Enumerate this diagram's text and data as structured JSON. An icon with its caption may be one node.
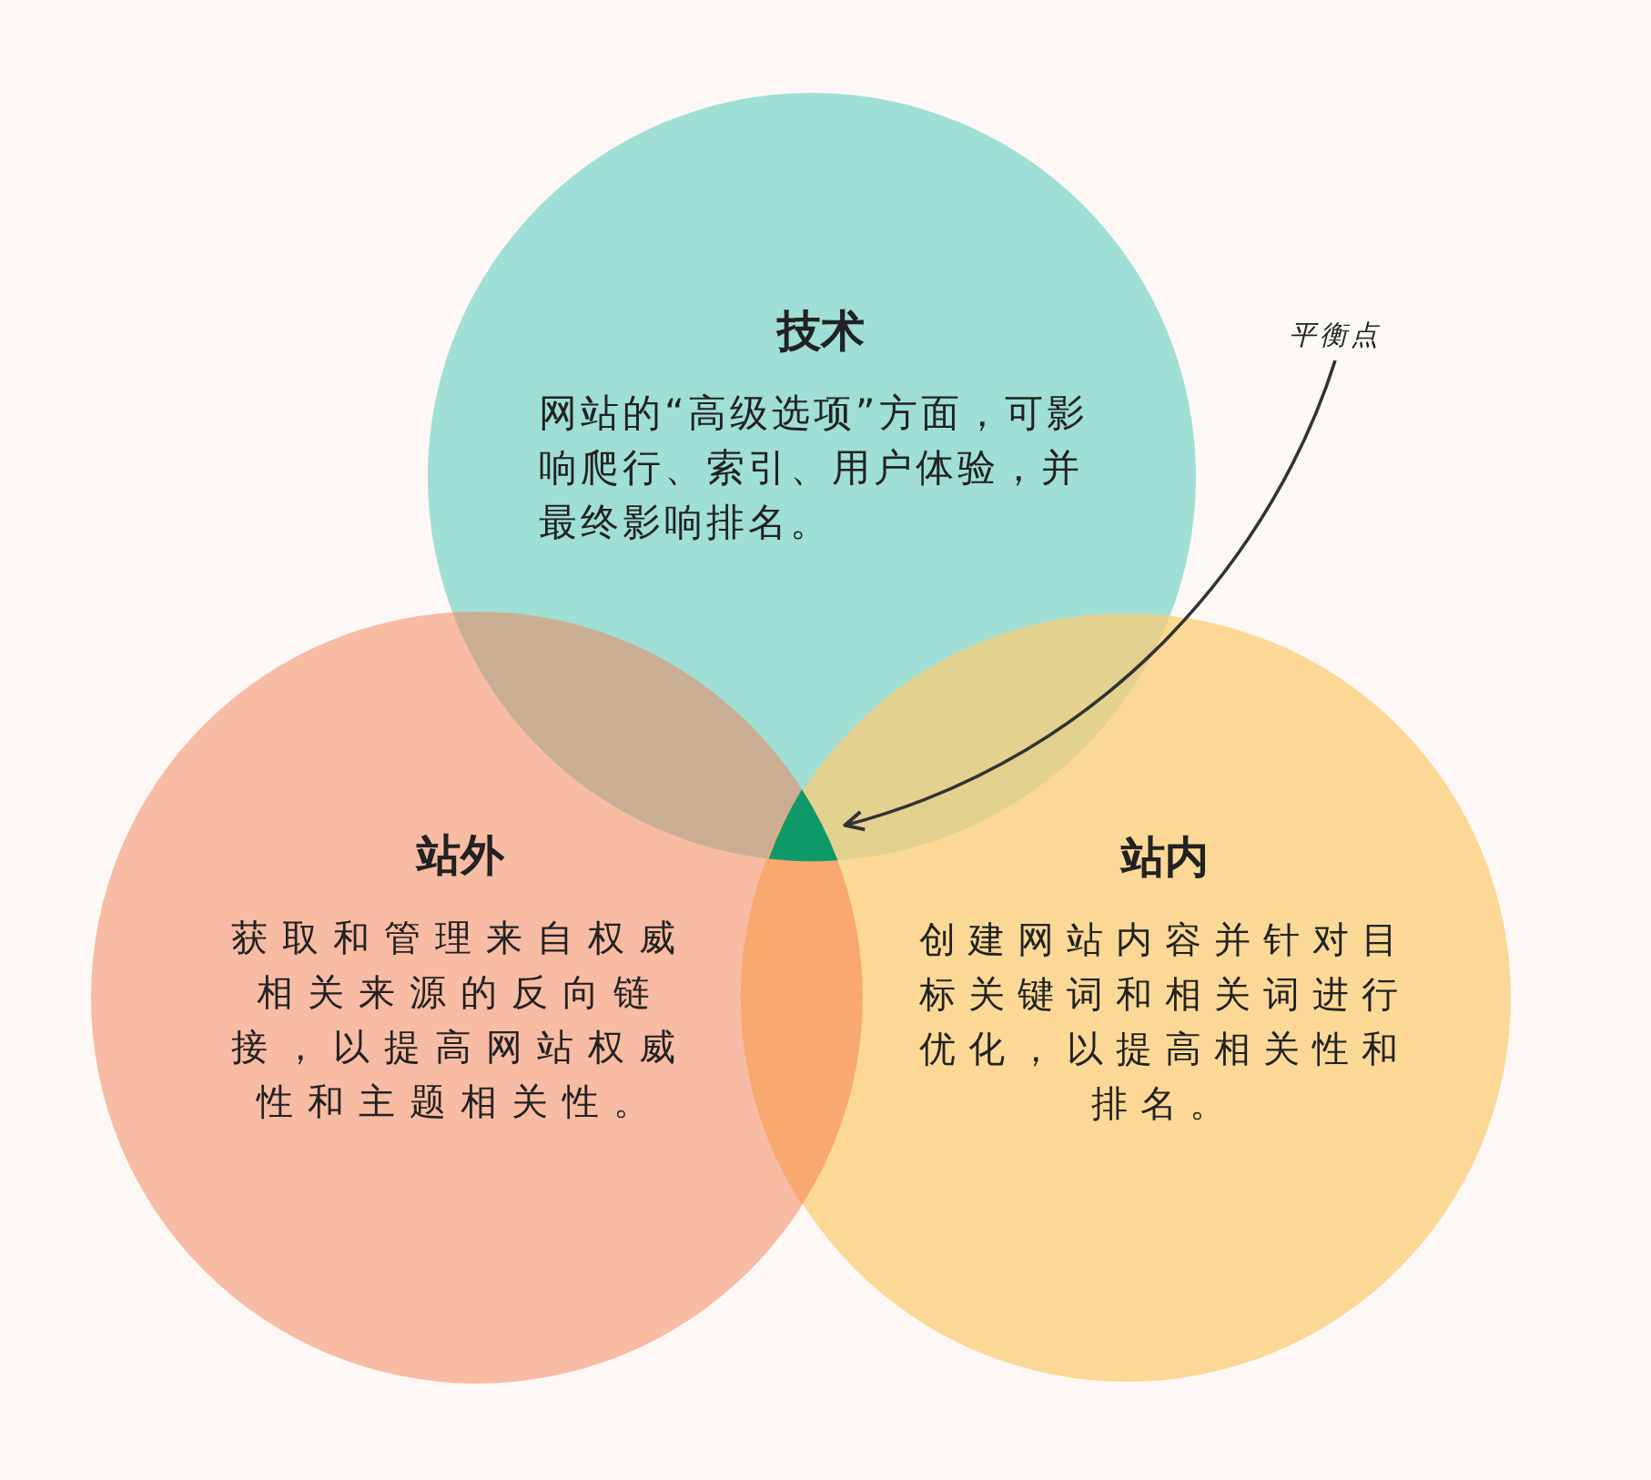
{
  "diagram": {
    "nodes": [
      {
        "text": [
          "技术",
          "网站的“高级选项”方面，可影响爬行、索引、用户体验，并最终影响排名。"
        ]
      },
      {
        "text": [
          "站外",
          "获取和管理来自权威相关来源的反向链接，以提高网站权威性和主题相关性。"
        ]
      },
      {
        "text": [
          "站内",
          "创建网站内容并针对目标关键词和相关词进行优化，以提高相关性和排名。"
        ]
      },
      {
        "text": [
          "平衡点"
        ]
      },
      {
        "text": [],
        "shape": "triangle"
      }
    ],
    "edges": [
      {
        "from": 3,
        "to": 4,
        "arrow": "to"
      }
    ]
  }
}
